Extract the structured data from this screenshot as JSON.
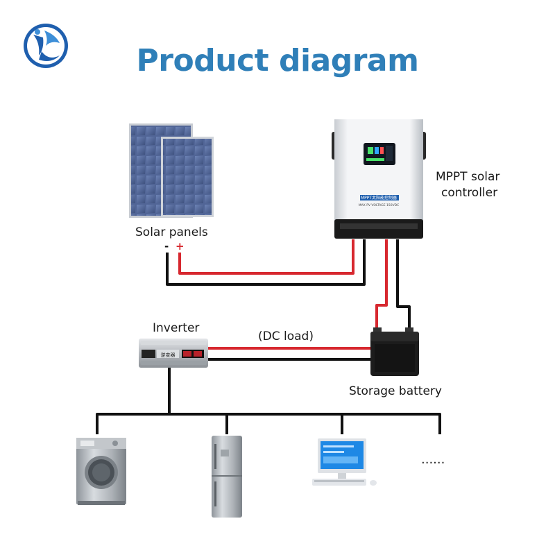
{
  "title": "Product diagram",
  "labels": {
    "solar_panels": "Solar panels",
    "minus": "-",
    "plus": "+",
    "mppt_line1": "MPPT solar",
    "mppt_line2": "controller",
    "inverter": "Inverter",
    "dc_load": "(DC load)",
    "storage_battery": "Storage battery",
    "more": "......"
  },
  "device_text": {
    "controller_name": "MPPT太阳能控制器",
    "controller_spec": "MAX PV VOLTAGE 150VDC",
    "inverter_name": "逆变器"
  },
  "colors": {
    "title": "#2f7fb8",
    "wire_red": "#d7282f",
    "wire_black": "#111111",
    "logo_blue": "#1f5fae",
    "display_green": "#49e36a"
  }
}
